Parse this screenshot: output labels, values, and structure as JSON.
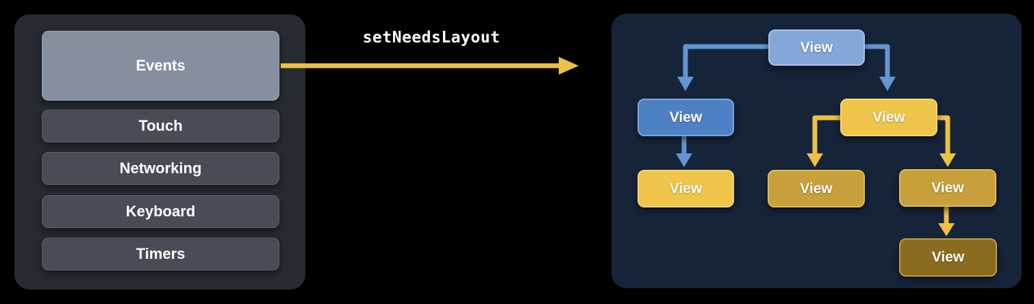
{
  "left_panel": {
    "items": [
      {
        "label": "Events",
        "variant": "highlight"
      },
      {
        "label": "Touch",
        "variant": "normal"
      },
      {
        "label": "Networking",
        "variant": "normal"
      },
      {
        "label": "Keyboard",
        "variant": "normal"
      },
      {
        "label": "Timers",
        "variant": "normal"
      }
    ]
  },
  "transition": {
    "label": "setNeedsLayout"
  },
  "view_tree": {
    "nodes": [
      {
        "label": "View",
        "variant": "light-blue",
        "role": "root"
      },
      {
        "label": "View",
        "variant": "blue",
        "role": "child-left"
      },
      {
        "label": "View",
        "variant": "yellow",
        "role": "child-right"
      },
      {
        "label": "View",
        "variant": "yellow",
        "role": "grandchild-left"
      },
      {
        "label": "View",
        "variant": "gold",
        "role": "grandchild-middle"
      },
      {
        "label": "View",
        "variant": "gold",
        "role": "grandchild-right"
      },
      {
        "label": "View",
        "variant": "brown",
        "role": "great-grandchild"
      }
    ]
  },
  "colors": {
    "page_background": "#000000",
    "left_panel_background": "#262a31",
    "left_item_background": "#474c56",
    "left_item_highlight": "#868f9d",
    "right_panel_background": "#16243a",
    "node_light_blue": "#83a7d8",
    "node_blue": "#4e81c3",
    "node_yellow": "#f0c64a",
    "node_gold": "#c7a03c",
    "node_brown": "#8b6b20",
    "arrow_yellow": "#ecc243",
    "arrow_blue": "#6295d2",
    "text": "#ffffff"
  }
}
